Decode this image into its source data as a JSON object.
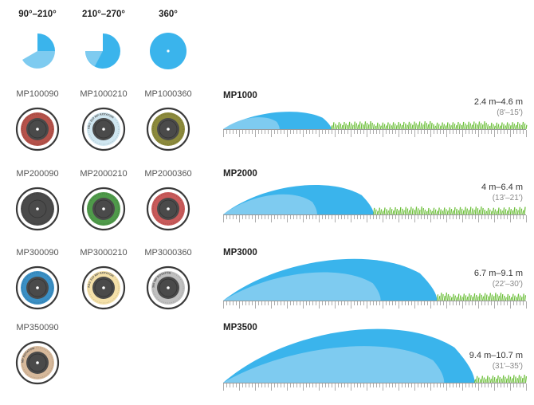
{
  "arcs": [
    {
      "label": "90°–210°",
      "type": "partial-90"
    },
    {
      "label": "210°–270°",
      "type": "partial-270"
    },
    {
      "label": "360°",
      "type": "full"
    }
  ],
  "nozzles": [
    [
      {
        "model": "MP100090",
        "color": "#b5524a"
      },
      {
        "model": "MP1000210",
        "color": "#cfe6f0",
        "text": "ADJ. 210 MP ROTATOR"
      },
      {
        "model": "MP1000360",
        "color": "#8c8a3c"
      }
    ],
    [
      {
        "model": "MP200090",
        "color": "#4a4a4a"
      },
      {
        "model": "MP2000210",
        "color": "#4f9a4a"
      },
      {
        "model": "MP2000360",
        "color": "#c85a5a"
      }
    ],
    [
      {
        "model": "MP300090",
        "color": "#3a8fc4"
      },
      {
        "model": "MP3000210",
        "color": "#f4e0a8",
        "text": "ADJ. 210 MP ROTATOR"
      },
      {
        "model": "MP3000360",
        "color": "#c0c0c0",
        "text": "360 MP ROTATOR"
      }
    ],
    [
      {
        "model": "MP350090",
        "color": "#d6b89a",
        "text": "MP ROTATOR"
      }
    ]
  ],
  "series": [
    {
      "name": "MP1000",
      "range_m": "2.4 m–4.6 m",
      "range_ft": "(8'–15')",
      "min_m": 2.4,
      "max_m": 4.6
    },
    {
      "name": "MP2000",
      "range_m": "4 m–6.4 m",
      "range_ft": "(13'–21')",
      "min_m": 4.0,
      "max_m": 6.4
    },
    {
      "name": "MP3000",
      "range_m": "6.7 m–9.1 m",
      "range_ft": "(22'–30')",
      "min_m": 6.7,
      "max_m": 9.1
    },
    {
      "name": "MP3500",
      "range_m": "9.4 m–10.7 m",
      "range_ft": "(31'–35')",
      "min_m": 9.4,
      "max_m": 10.7
    }
  ],
  "colors": {
    "spray_light": "#7ecbf0",
    "spray_main": "#3ab4ec",
    "grass": "#6cbf3a",
    "ruler": "#999999"
  }
}
